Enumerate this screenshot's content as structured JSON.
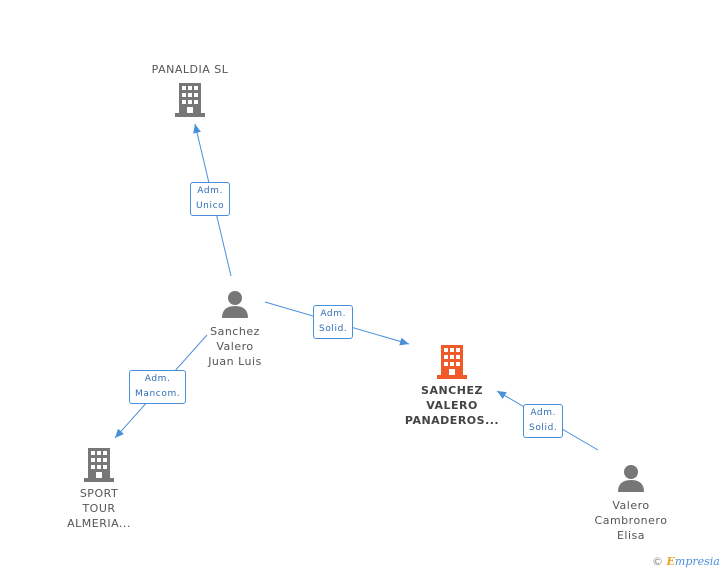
{
  "colors": {
    "company": "#777777",
    "company_main": "#f05a28",
    "person": "#777777",
    "edge": "#4a90d9"
  },
  "nodes": {
    "panaldia": {
      "label": "PANALDIA  SL",
      "icon": "building-icon"
    },
    "sanchez_juan": {
      "label": "Sanchez\nValero\nJuan Luis",
      "icon": "person-icon"
    },
    "sanchez_panaderos": {
      "label": "SANCHEZ\nVALERO\nPANADEROS...",
      "icon": "building-icon"
    },
    "sport_tour": {
      "label": "SPORT\nTOUR\nALMERIA...",
      "icon": "building-icon"
    },
    "valero_elisa": {
      "label": "Valero\nCambronero\nElisa",
      "icon": "person-icon"
    }
  },
  "edges": {
    "e1": {
      "label": "Adm.\nUnico"
    },
    "e2": {
      "label": "Adm.\nSolid."
    },
    "e3": {
      "label": "Adm.\nMancom."
    },
    "e4": {
      "label": "Adm.\nSolid."
    }
  },
  "footer": {
    "copyright": "©",
    "brand_e": "E",
    "brand_rest": "mpresia"
  }
}
